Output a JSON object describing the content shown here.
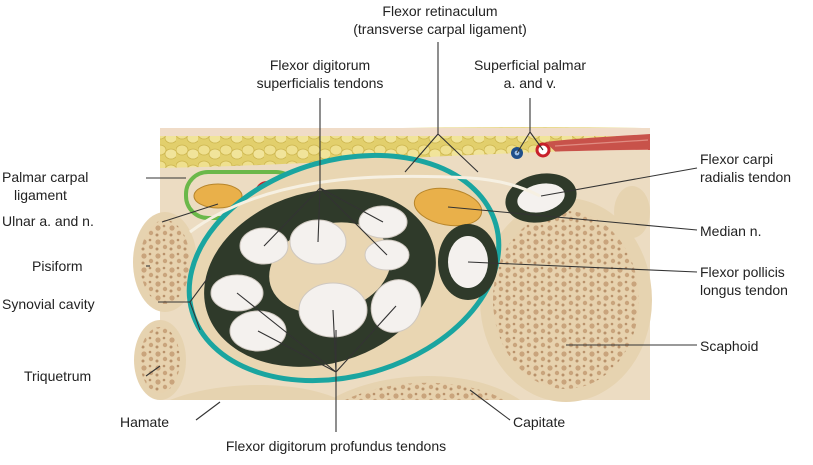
{
  "labels": {
    "flexor_retinaculum": [
      "Flexor retinaculum",
      "(transverse carpal ligament)"
    ],
    "fds_tendons": [
      "Flexor digitorum",
      "superficialis tendons"
    ],
    "superficial_palmar": [
      "Superficial palmar",
      "a. and v."
    ],
    "palmar_carpal": [
      "Palmar carpal",
      "ligament"
    ],
    "ulnar": "Ulnar a. and n.",
    "pisiform": "Pisiform",
    "synovial_cavity": "Synovial cavity",
    "triquetrum": "Triquetrum",
    "hamate": "Hamate",
    "fdp_tendons": "Flexor digitorum profundus tendons",
    "fcr_tendon": [
      "Flexor carpi",
      "radialis tendon"
    ],
    "median_n": "Median n.",
    "fpl_tendon": [
      "Flexor pollicis",
      "longus tendon"
    ],
    "scaphoid": "Scaphoid",
    "capitate": "Capitate"
  },
  "colors": {
    "fat": "#e8d77c",
    "bone_cortex": "#e6d3b0",
    "bone_marrow": "#d8b994",
    "sheath": "#2f3a2a",
    "synovial_border": "#1aa5a0",
    "palmar_ligament": "#6bb84a",
    "tendon": "#f4f1ee",
    "nerve": "#e9b04a",
    "artery": "#c8202a",
    "vein": "#1f4f8a",
    "muscle": "#c8524a",
    "connective": "#ecdcc2",
    "leader": "#333333"
  }
}
